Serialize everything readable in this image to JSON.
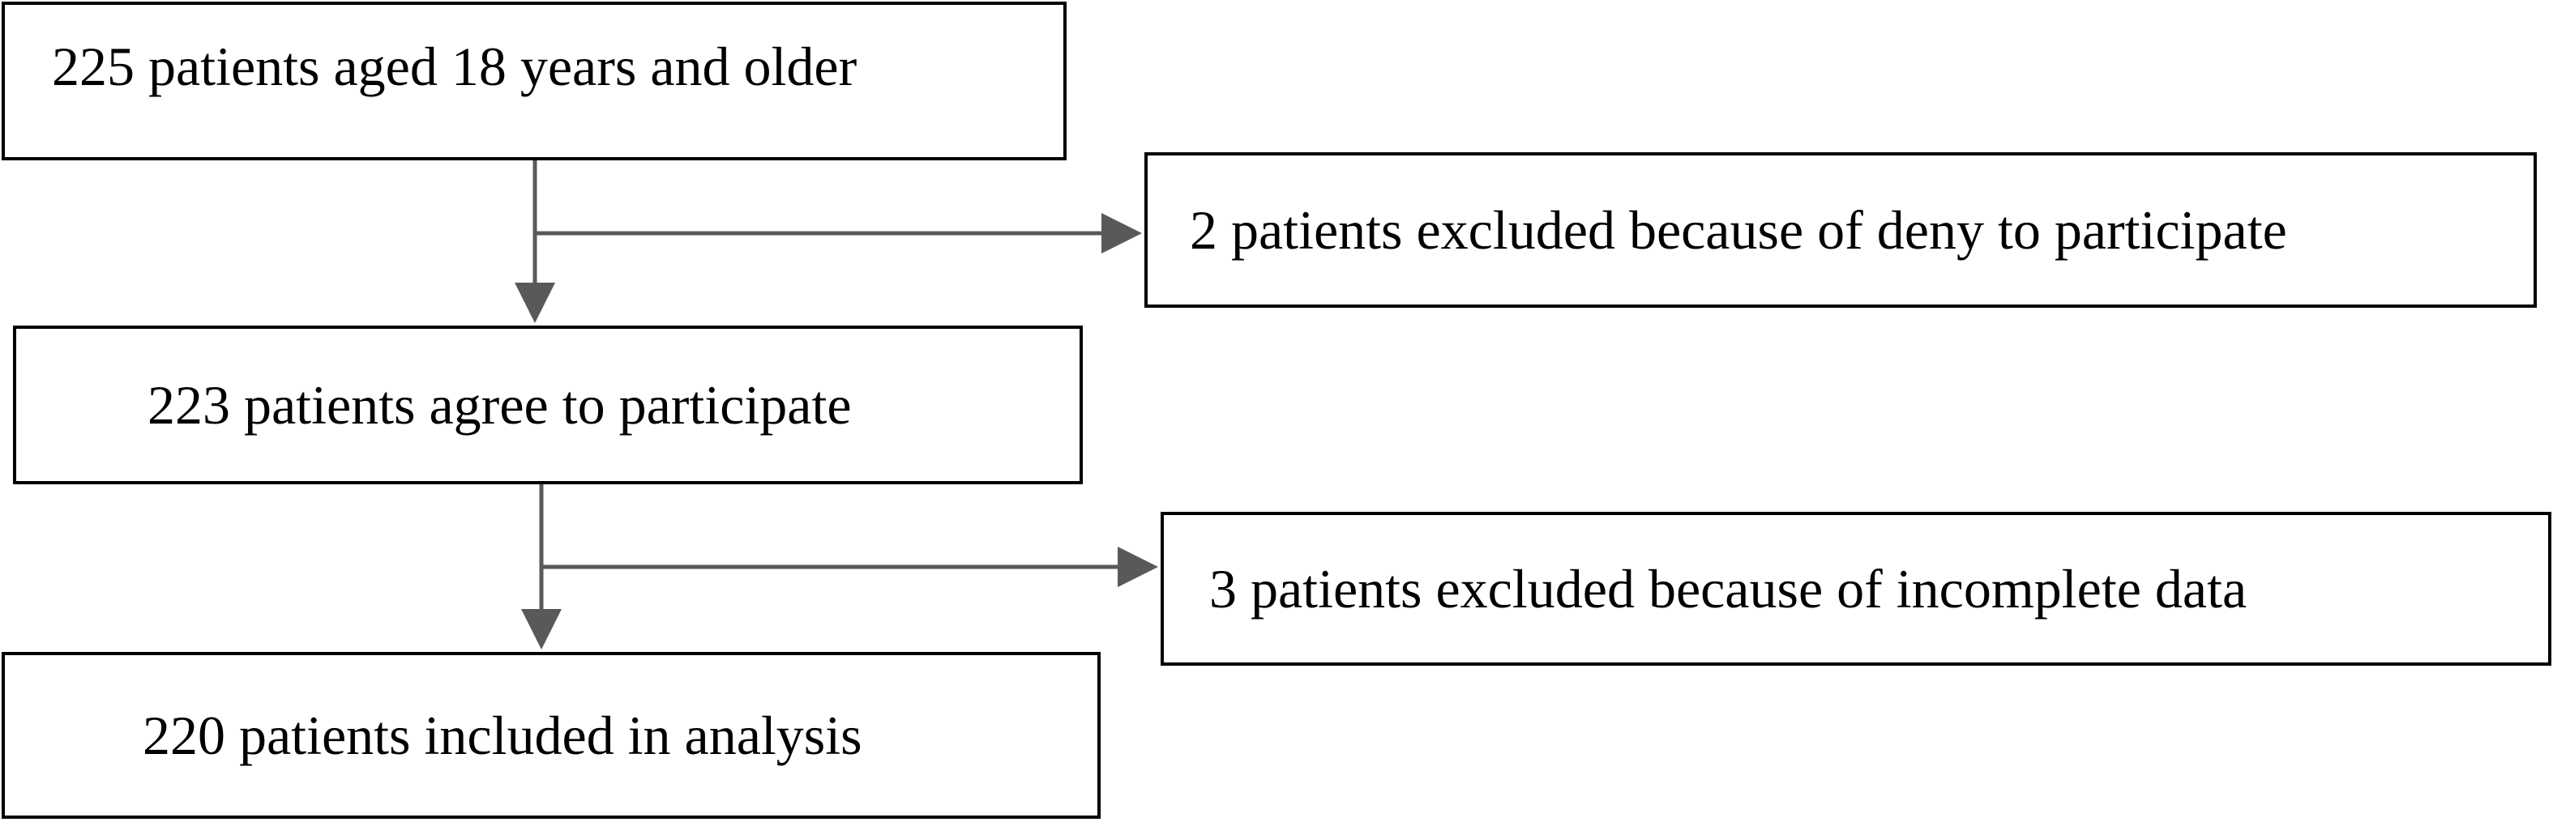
{
  "flowchart": {
    "step_1": "225 patients aged 18 years and older",
    "exclusion_1": "2 patients excluded because of deny to participate",
    "step_2": "223 patients agree to participate",
    "exclusion_2": "3 patients excluded because of incomplete data",
    "step_3": "220 patients included in analysis"
  },
  "colors": {
    "box_border": "#000000",
    "arrow": "#595959",
    "text": "#000000"
  }
}
